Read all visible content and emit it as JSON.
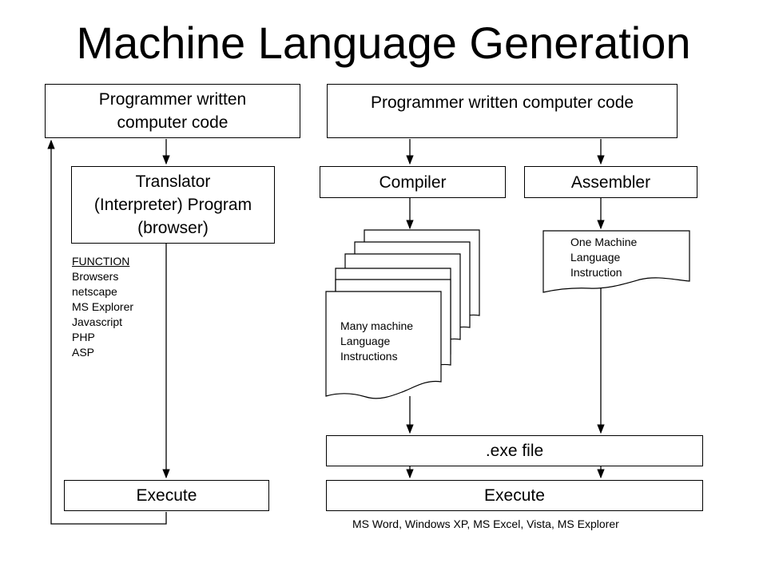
{
  "title": "Machine Language Generation",
  "left": {
    "source_box": [
      "Programmer written",
      "computer code"
    ],
    "translator_box": [
      "Translator",
      "(Interpreter) Program",
      "(browser)"
    ],
    "function_heading": "FUNCTION",
    "function_items": [
      "Browsers",
      "netscape",
      "MS Explorer",
      "Javascript",
      "PHP",
      "ASP"
    ],
    "execute_label": "Execute"
  },
  "right": {
    "source_box": "Programmer written computer code",
    "compiler_label": "Compiler",
    "assembler_label": "Assembler",
    "many_doc": [
      "Many machine",
      "Language",
      "Instructions"
    ],
    "one_doc": [
      "One Machine",
      "Language",
      "Instruction"
    ],
    "exe_label": ".exe file",
    "execute_label": "Execute",
    "examples": "MS Word, Windows XP, MS Excel, Vista, MS Explorer"
  }
}
